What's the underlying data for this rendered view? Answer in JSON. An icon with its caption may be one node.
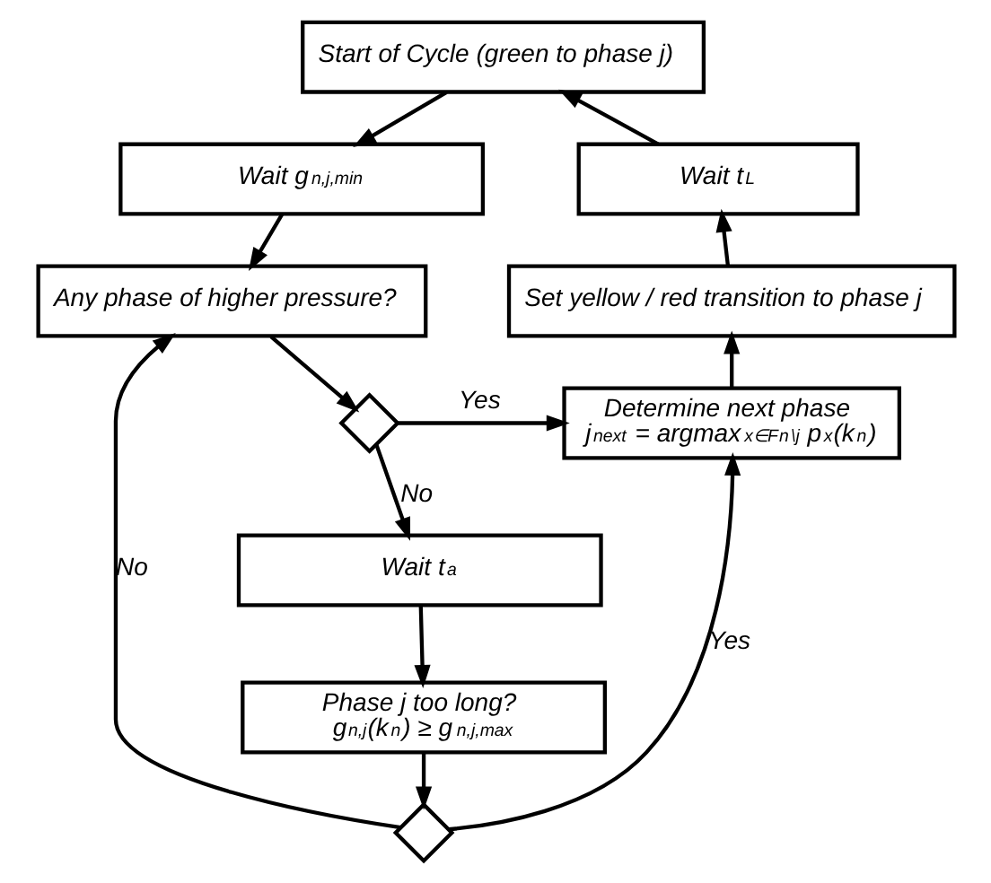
{
  "diagram": {
    "nodes": [
      {
        "text": [
          "Start of Cycle (green to phase j)"
        ]
      },
      {
        "text": [
          "Wait g$_{n,j,min}$"
        ]
      },
      {
        "text": [
          "Any phase of higher pressure?"
        ]
      },
      {
        "text": [],
        "shape": "diamond"
      },
      {
        "text": [
          "Wait t$_{a}$"
        ]
      },
      {
        "text": [
          "Phase j too long?",
          "g$_{n,j}$(k$_{n}$) ≥ g$_{n,j,max}$"
        ]
      },
      {
        "text": [],
        "shape": "diamond"
      },
      {
        "text": [
          "Determine next phase",
          "j$_{next}$ = argmax$_{x∈F}$$_{n}$$_{\\j}$ p$_{x}$(k$_{n}$)"
        ]
      },
      {
        "text": [
          "Set yellow / red transition to phase j"
        ]
      },
      {
        "text": [
          "Wait t$_{L}$"
        ]
      }
    ],
    "edges": [
      {
        "from": 0,
        "to": 1,
        "arrow": "to"
      },
      {
        "from": 1,
        "to": 2,
        "arrow": "to"
      },
      {
        "from": 2,
        "to": 3,
        "arrow": "to"
      },
      {
        "from": 3,
        "to": 4,
        "arrow": "to",
        "label": "No"
      },
      {
        "from": 3,
        "to": 7,
        "arrow": "to",
        "label": "Yes"
      },
      {
        "from": 4,
        "to": 5,
        "arrow": "to"
      },
      {
        "from": 5,
        "to": 6,
        "arrow": "to"
      },
      {
        "from": 6,
        "to": 2,
        "arrow": "to",
        "label": "No"
      },
      {
        "from": 6,
        "to": 7,
        "arrow": "to",
        "label": "Yes"
      },
      {
        "from": 7,
        "to": 8,
        "arrow": "to"
      },
      {
        "from": 8,
        "to": 9,
        "arrow": "to"
      },
      {
        "from": 9,
        "to": 0,
        "arrow": "to"
      }
    ]
  }
}
